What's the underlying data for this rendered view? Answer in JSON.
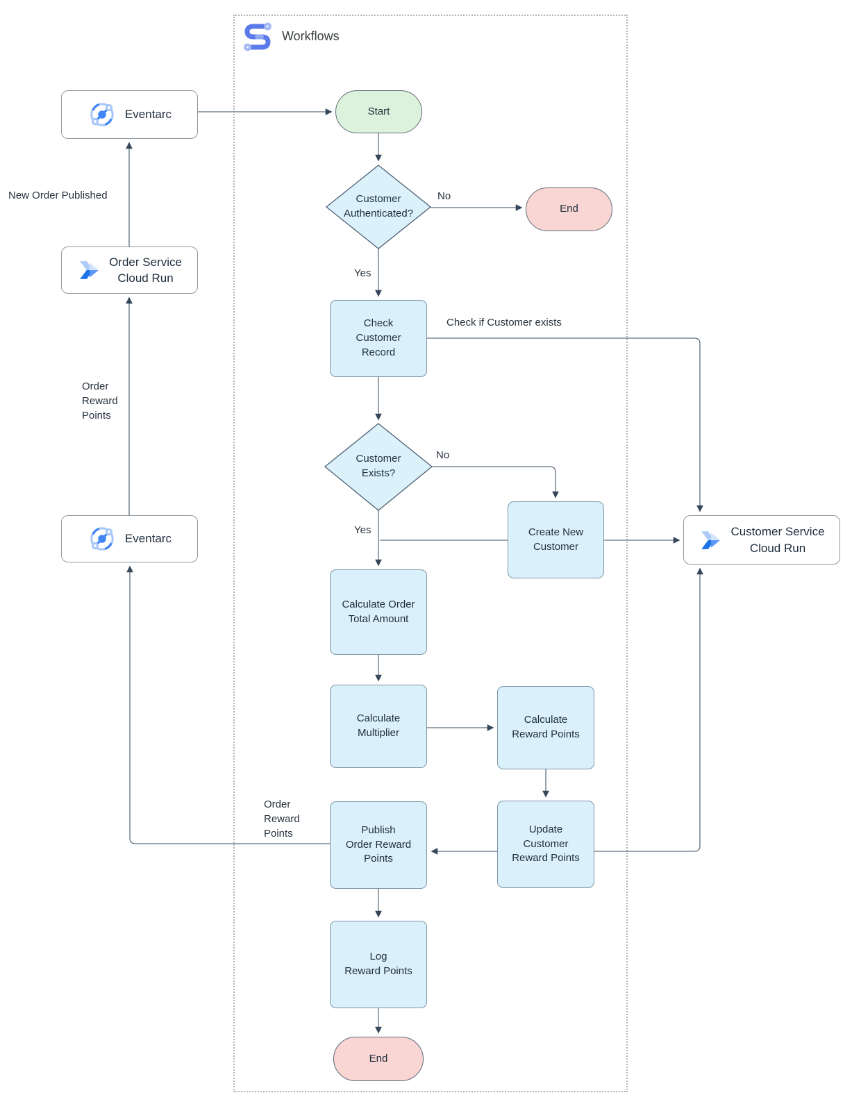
{
  "header": {
    "title": "Workflows"
  },
  "nodes": {
    "eventarc_top": "Eventarc",
    "order_service_cloud_run": "Order Service\nCloud Run",
    "eventarc_bottom": "Eventarc",
    "customer_service_cloud_run": "Customer Service\nCloud Run",
    "start": "Start",
    "customer_authenticated": "Customer\nAuthenticated?",
    "end_top": "End",
    "check_customer_record": "Check\nCustomer\nRecord",
    "customer_exists": "Customer\nExists?",
    "create_new_customer": "Create New\nCustomer",
    "calculate_order_total": "Calculate Order\nTotal Amount",
    "calculate_multiplier": "Calculate\nMultiplier",
    "calculate_reward_points": "Calculate\nReward Points",
    "publish_order_reward_points": "Publish\nOrder Reward\nPoints",
    "update_customer_reward_points": "Update\nCustomer\nReward Points",
    "log_reward_points": "Log\nReward Points",
    "end_bottom": "End"
  },
  "labels": {
    "new_order_published": "New Order Published",
    "order_reward_left": "Order\nReward\nPoints",
    "order_reward_publish": "Order\nReward\nPoints",
    "no_top": "No",
    "yes_top": "Yes",
    "check_exists": "Check if Customer exists",
    "no_mid": "No",
    "yes_mid": "Yes"
  },
  "colors": {
    "process_fill": "#daf0fa",
    "process_stroke": "#7e96a8",
    "decision_fill": "#dbf2fb",
    "start_fill": "#ddf2dc",
    "end_fill": "#f9d5d3",
    "line": "#5f6f7f",
    "arrow": "#36475a",
    "google_blue": "#4285f4",
    "light_blue": "#aecbfa"
  }
}
